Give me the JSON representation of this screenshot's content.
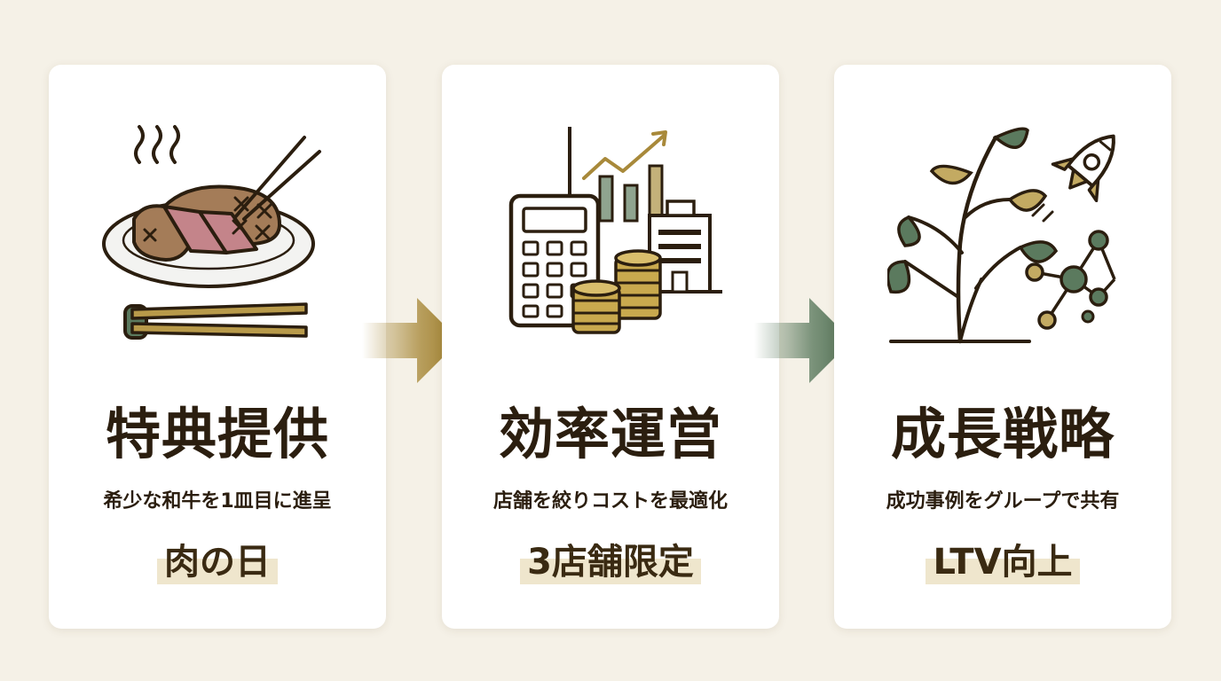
{
  "steps": [
    {
      "title": "特典提供",
      "description": "希少な和牛を1皿目に進呈",
      "tag": "肉の日",
      "icon": "wagyu-steak-plate-icon"
    },
    {
      "title": "効率運営",
      "description": "店舗を絞りコストを最適化",
      "tag": "3店舗限定",
      "icon": "calculator-chart-coins-icon"
    },
    {
      "title": "成長戦略",
      "description": "成功事例をグループで共有",
      "tag": "LTV向上",
      "icon": "plant-rocket-network-icon"
    }
  ],
  "colors": {
    "background": "#f5f1e7",
    "gold": "#a8893a",
    "green": "#5b7a5e",
    "text": "#2b1e0f",
    "tag_highlight": "#efe6cd"
  }
}
